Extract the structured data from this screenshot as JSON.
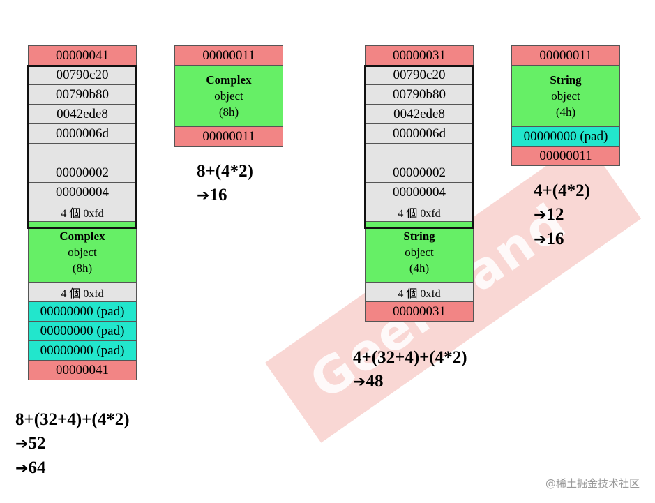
{
  "watermark": {
    "text": "GeekBand"
  },
  "credit": "@稀土掘金技术社区",
  "stacks": {
    "a": {
      "cells": [
        "00000041",
        "00790c20",
        "00790b80",
        "0042ede8",
        "0000006d",
        "",
        "00000002",
        "00000004",
        "4 個 0xfd"
      ],
      "object": {
        "name": "Complex",
        "word": "object",
        "size": "(8h)"
      },
      "after": [
        "4 個 0xfd",
        "00000000 (pad)",
        "00000000 (pad)",
        "00000000 (pad)",
        "00000041"
      ],
      "calc": [
        "8+(32+4)+(4*2)",
        "52",
        "64"
      ]
    },
    "b": {
      "head": "00000011",
      "object": {
        "name": "Complex",
        "word": "object",
        "size": "(8h)"
      },
      "tail": "00000011",
      "calc": [
        "8+(4*2)",
        "16"
      ]
    },
    "c": {
      "cells": [
        "00000031",
        "00790c20",
        "00790b80",
        "0042ede8",
        "0000006d",
        "",
        "00000002",
        "00000004",
        "4 個 0xfd"
      ],
      "object": {
        "name": "String",
        "word": "object",
        "size": "(4h)"
      },
      "after": [
        "4 個 0xfd",
        "00000031"
      ],
      "calc": [
        "4+(32+4)+(4*2)",
        "48"
      ]
    },
    "d": {
      "head": "00000011",
      "object": {
        "name": "String",
        "word": "object",
        "size": "(4h)"
      },
      "pad": "00000000 (pad)",
      "tail": "00000011",
      "calc": [
        "4+(4*2)",
        "12",
        "16"
      ]
    }
  },
  "colors": {
    "header": "#f28585",
    "debug": "#e4e4e4",
    "object": "#66ef66",
    "pad": "#22e6cc"
  }
}
